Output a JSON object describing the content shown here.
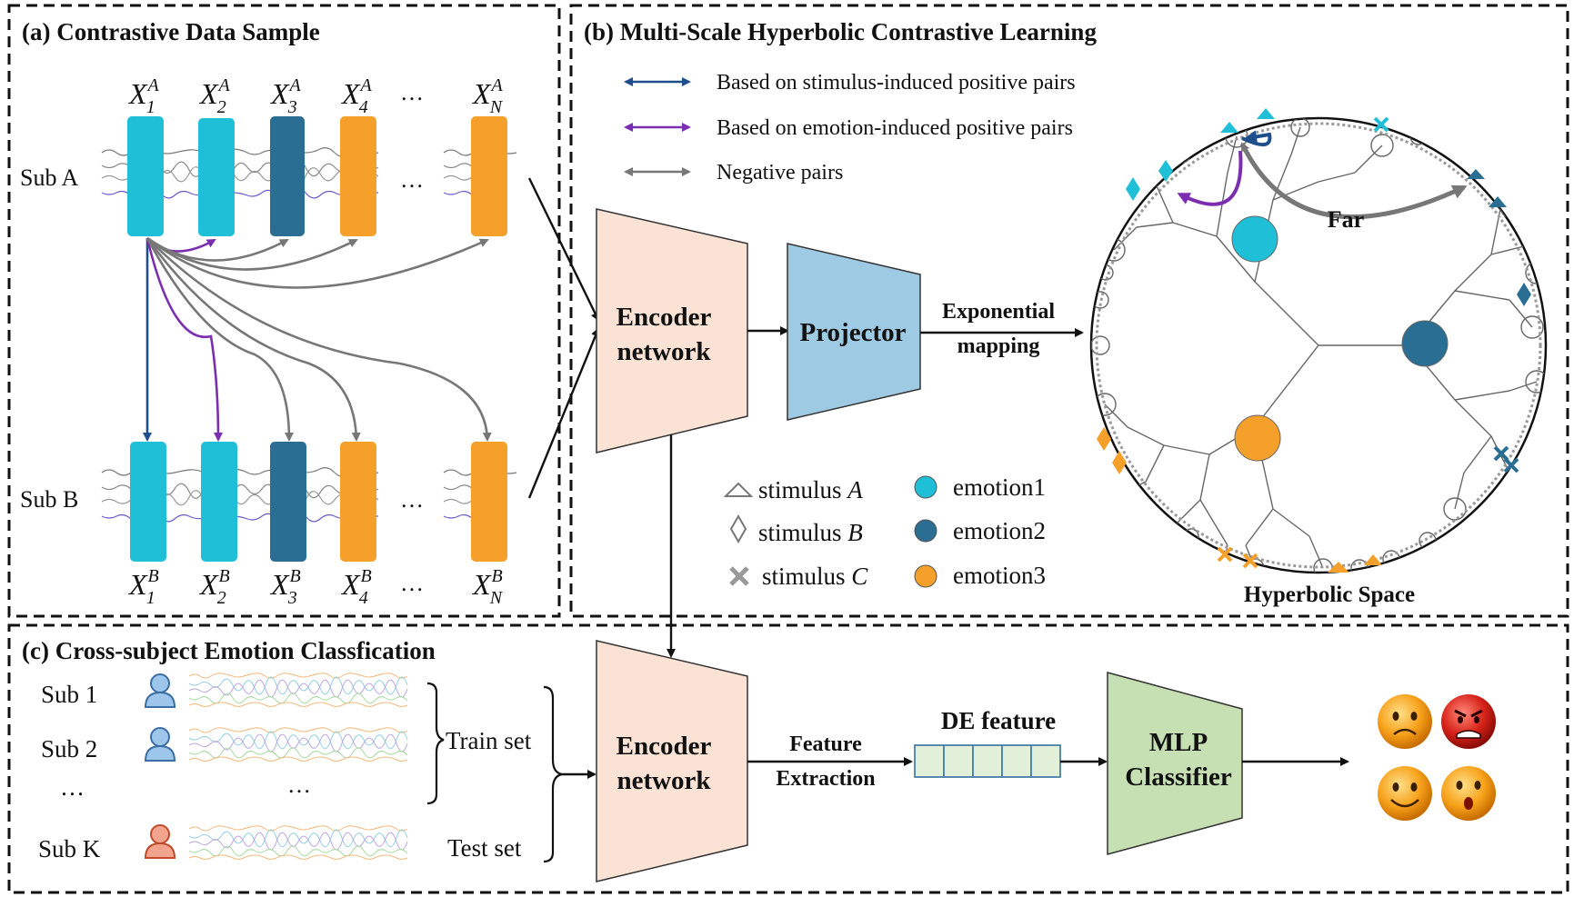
{
  "panel_a": {
    "title": "(a) Contrastive Data Sample",
    "sub_a_label": "Sub A",
    "sub_b_label": "Sub B",
    "top_labels": [
      "X",
      "X",
      "X",
      "X",
      "X"
    ],
    "top_subs": [
      "1",
      "2",
      "3",
      "4",
      "N"
    ],
    "top_sups": [
      "A",
      "A",
      "A",
      "A",
      "A"
    ],
    "bottom_subs": [
      "1",
      "2",
      "3",
      "4",
      "N"
    ],
    "bottom_sups": [
      "B",
      "B",
      "B",
      "B",
      "B"
    ],
    "ellipsis": "…"
  },
  "panel_b": {
    "title": "(b) Multi-Scale Hyperbolic Contrastive Learning",
    "legend": [
      {
        "label": "Based on stimulus-induced positive pairs",
        "color": "#1f4e8c"
      },
      {
        "label": "Based on emotion-induced positive pairs",
        "color": "#7b2fb0"
      },
      {
        "label": "Negative pairs",
        "color": "#777777"
      }
    ],
    "encoder_label_1": "Encoder",
    "encoder_label_2": "network",
    "projector_label": "Projector",
    "mapping_label_1": "Exponential",
    "mapping_label_2": "mapping",
    "far_label": "Far",
    "space_label": "Hyperbolic Space",
    "markers": [
      {
        "label": "stimulus",
        "var": "A"
      },
      {
        "label": "stimulus",
        "var": "B"
      },
      {
        "label": "stimulus",
        "var": "C"
      }
    ],
    "emotions": [
      {
        "label": "emotion1",
        "color": "#1fbfd8"
      },
      {
        "label": "emotion2",
        "color": "#2a6f93"
      },
      {
        "label": "emotion3",
        "color": "#f5a02a"
      }
    ]
  },
  "panel_c": {
    "title": "(c) Cross-subject Emotion Classfication",
    "subjects": [
      "Sub 1",
      "Sub 2",
      "…",
      "Sub K"
    ],
    "row_ellipsis": "…",
    "train_label": "Train set",
    "test_label": "Test set",
    "encoder_label_1": "Encoder",
    "encoder_label_2": "network",
    "feature_label_1": "Feature",
    "feature_label_2": "Extraction",
    "de_label": "DE feature",
    "mlp_label_1": "MLP",
    "mlp_label_2": "Classifier"
  },
  "colors": {
    "cyan": "#1fbfd8",
    "teal": "#2a6f93",
    "orange": "#f5a02a",
    "encoder_fill": "#fae3d5",
    "projector_fill": "#9ecbe3",
    "mlp_fill": "#c6e0b4",
    "de_fill": "#e2f0d9"
  }
}
